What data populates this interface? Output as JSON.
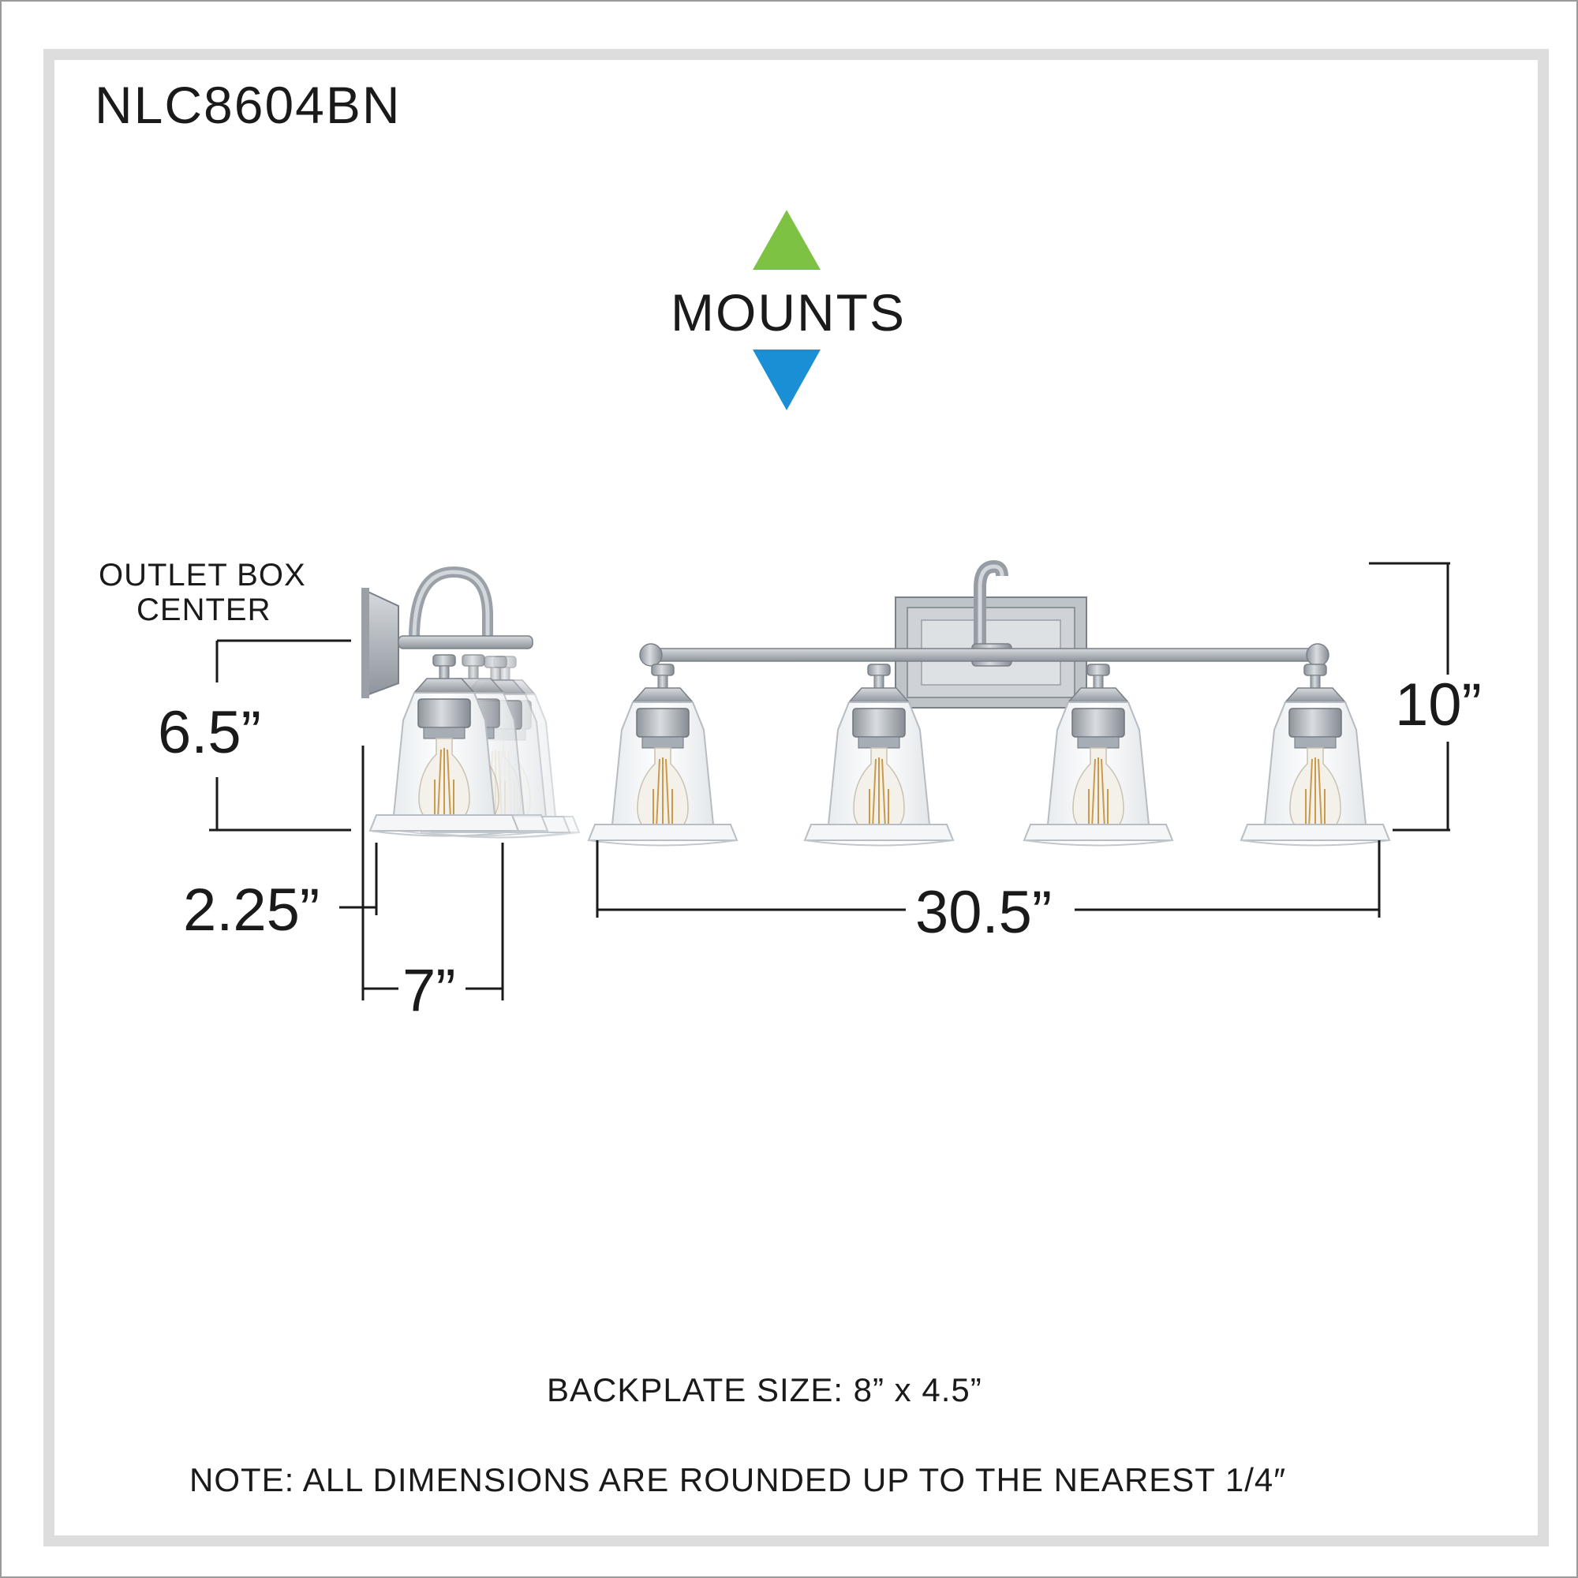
{
  "model": "NLC8604BN",
  "mounts": {
    "label": "MOUNTS",
    "up_color": "#7dc242",
    "down_color": "#1a8fd6",
    "up_icon": "up-triangle-icon",
    "down_icon": "down-triangle-icon"
  },
  "outlet_box": {
    "line1": "OUTLET BOX",
    "line2": "CENTER"
  },
  "dimensions": {
    "outlet_height": "6.5”",
    "extension": "2.25”",
    "depth": "7”",
    "width": "30.5”",
    "height": "10”"
  },
  "backplate": "BACKPLATE SIZE: 8” x 4.5”",
  "note": "NOTE:  ALL DIMENSIONS ARE ROUNDED UP TO THE NEAREST  1/4″"
}
